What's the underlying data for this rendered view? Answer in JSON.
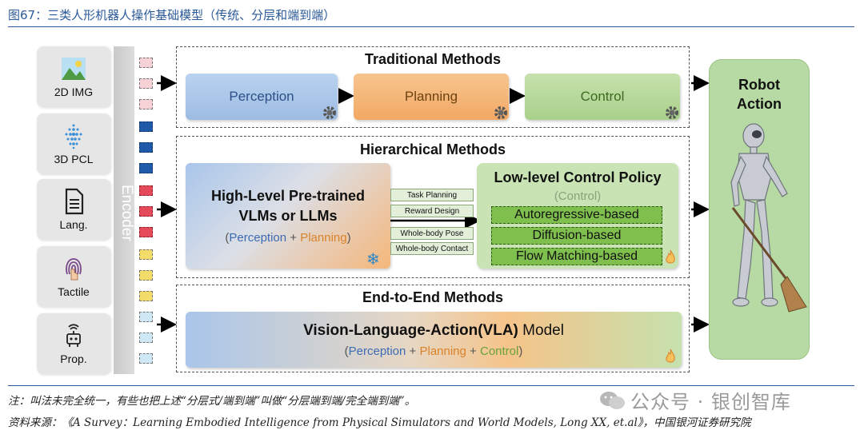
{
  "figure": {
    "title": "图67：三类人形机器人操作基础模型（传统、分层和端到端）"
  },
  "inputs": [
    {
      "label": "2D IMG",
      "icon": "image-icon"
    },
    {
      "label": "3D PCL",
      "icon": "point-cloud-icon"
    },
    {
      "label": "Lang.",
      "icon": "document-icon"
    },
    {
      "label": "Tactile",
      "icon": "fingerprint-icon"
    },
    {
      "label": "Prop.",
      "icon": "robot-sensor-icon"
    }
  ],
  "encoder": {
    "label": "Encoder"
  },
  "traditional": {
    "title": "Traditional Methods",
    "perception": "Perception",
    "planning": "Planning",
    "control": "Control"
  },
  "hierarchical": {
    "title": "Hierarchical Methods",
    "high_level_line1": "High-Level Pre-trained",
    "high_level_line2": "VLMs or LLMs",
    "high_level_sub_open": "(",
    "high_level_sub_perception": "Perception",
    "high_level_sub_plus": " + ",
    "high_level_sub_planning": "Planning",
    "high_level_sub_close": ")",
    "interfaces": [
      "Task Planning",
      "Reward Design",
      "Whole-body Pose",
      "Whole-body Contact"
    ],
    "low_level_title": "Low-level Control Policy",
    "low_level_sub": "(Control)",
    "policies": [
      "Autoregressive-based",
      "Diffusion-based",
      "Flow Matching-based"
    ]
  },
  "end_to_end": {
    "title": "End-to-End Methods",
    "model_bold": "Vision-Language-Action(VLA)",
    "model_rest": " Model",
    "sub_open": "(",
    "sub_perception": "Perception",
    "sub_plus1": " + ",
    "sub_planning": "Planning",
    "sub_plus2": " + ",
    "sub_control": "Control",
    "sub_close": ")"
  },
  "output": {
    "title_line1": "Robot",
    "title_line2": "Action"
  },
  "note": "注：叫法未完全统一，有些也把上述“分层式/端到端”叫做“分层端到端/完全端到端”。",
  "source": "资料来源：《A Survey：Learning Embodied Intelligence from Physical Simulators and World Models, Long XX, et.al》，中国银河证券研究院",
  "watermark": "公众号 · 银创智库",
  "colors": {
    "perception": "#a9c6e8",
    "planning": "#f4b87a",
    "control": "#b6d89a",
    "accent_blue": "#2b5a9a",
    "perception_text": "#3d6bb3",
    "planning_text": "#d9822b",
    "control_text": "#6aa13a"
  }
}
